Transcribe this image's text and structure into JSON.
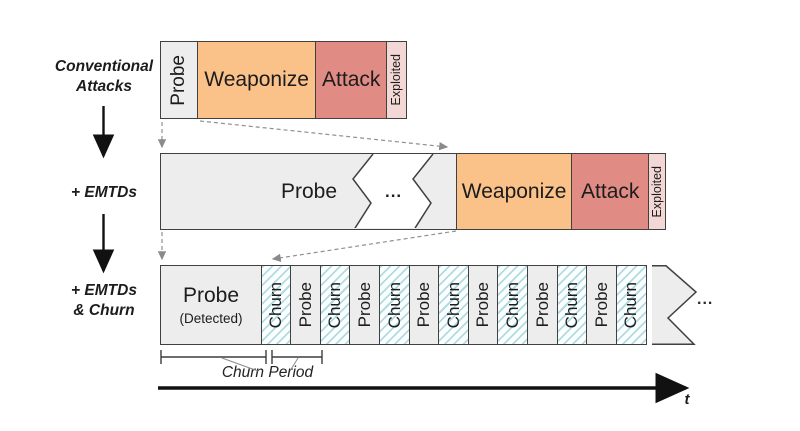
{
  "colors": {
    "probe-fill": "#ededed",
    "weaponize-fill": "#fac189",
    "attack-fill": "#e08c85",
    "exploited-fill": "#f2d7d4",
    "churn-stripe": "#b2dbe1",
    "churn-bg": "#fcffff",
    "line": "#404040",
    "dashed": "#909090",
    "ink": "#1c1c1c"
  },
  "flow": {
    "row1_line1": "Conventional",
    "row1_line2": "Attacks",
    "row2": "+ EMTDs",
    "row3_line1": "+ EMTDs",
    "row3_line2": "& Churn"
  },
  "bar_conventional": {
    "probe": "Probe",
    "weaponize": "Weaponize",
    "attack": "Attack",
    "exploited": "Exploited"
  },
  "bar_emtd": {
    "probe": "Probe",
    "ellipsis": "...",
    "weaponize": "Weaponize",
    "attack": "Attack",
    "exploited": "Exploited"
  },
  "bar_churn": {
    "first_title": "Probe",
    "first_subtitle": "(Detected)",
    "segments": [
      "Churn",
      "Probe",
      "Churn",
      "Probe",
      "Churn",
      "Probe",
      "Churn",
      "Probe",
      "Churn",
      "Probe",
      "Churn",
      "Probe",
      "Churn"
    ],
    "ellipsis": "..."
  },
  "annotations": {
    "churn_period": "Churn Period",
    "time_label": "t"
  }
}
